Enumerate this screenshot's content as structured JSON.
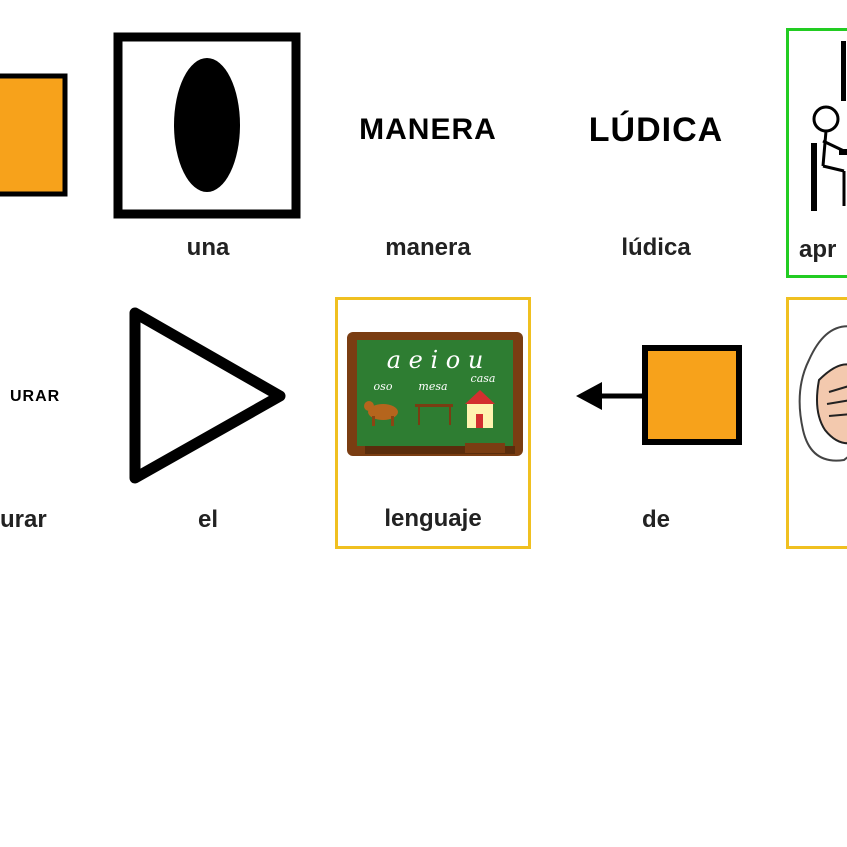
{
  "row1": {
    "cell_una": {
      "label": "una"
    },
    "cell_manera": {
      "word": "MANERA",
      "label": "manera"
    },
    "cell_ludica": {
      "word": "LÚDICA",
      "label": "lúdica"
    },
    "cell_aprender": {
      "label": "apr"
    }
  },
  "row2": {
    "cell_estructurar": {
      "word": "URAR",
      "label": "urar"
    },
    "cell_el": {
      "label": "el"
    },
    "cell_lenguaje": {
      "label": "lenguaje",
      "board_vowels": "a e i o u",
      "board_words": [
        "oso",
        "mesa",
        "casa"
      ]
    },
    "cell_de": {
      "label": "de"
    }
  },
  "colors": {
    "orange": "#f7a21b",
    "green_border": "#22cc22",
    "yellow_border": "#f0c020",
    "board_green": "#2e7d32",
    "board_frame": "#8b4513"
  },
  "icons": [
    "orange-square-icon",
    "oval-in-square-icon",
    "teacher-student-icon",
    "triangle-icon",
    "chalkboard-icon",
    "arrow-left-square-icon",
    "hand-icon"
  ]
}
